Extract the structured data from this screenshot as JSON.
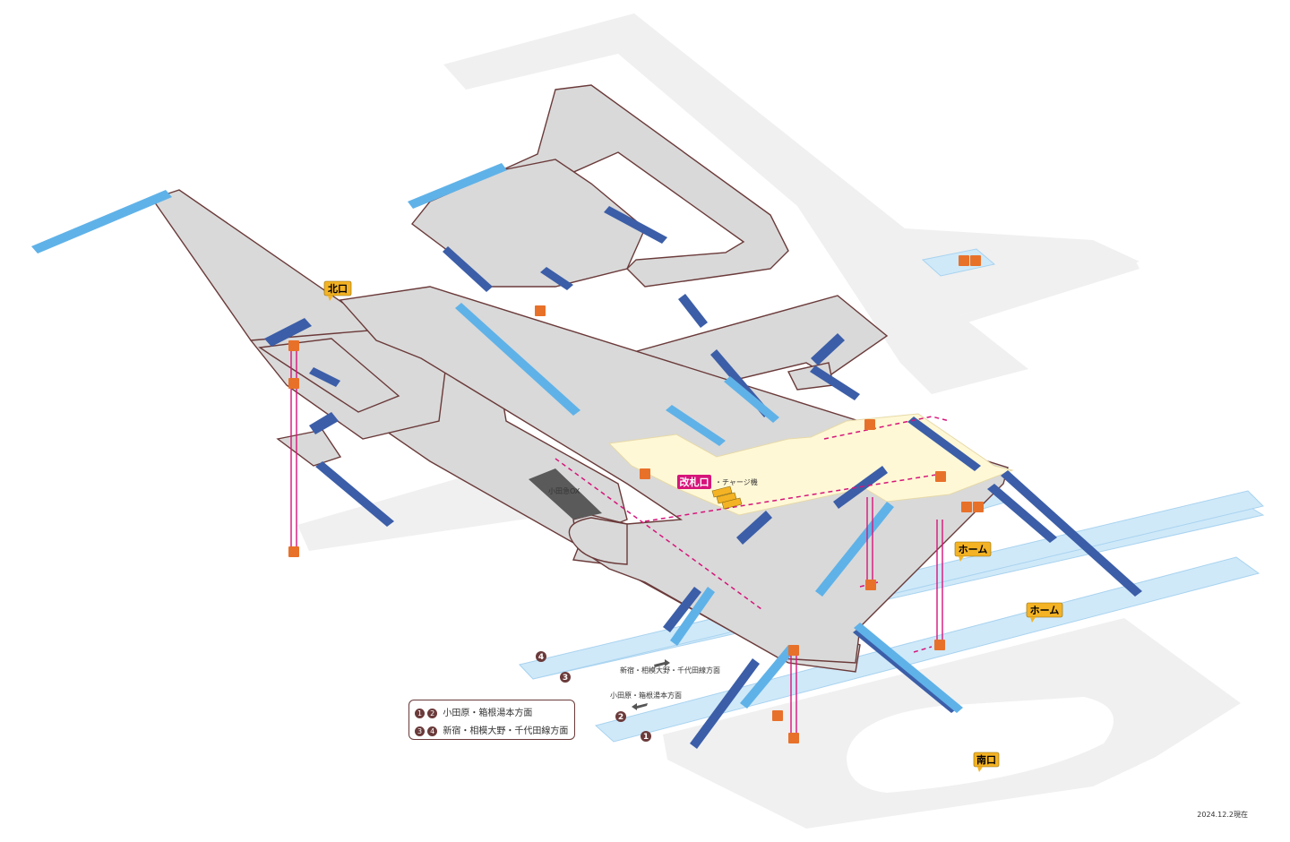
{
  "labels": {
    "north_exit": "北口",
    "south_exit": "南口",
    "ticket_gate": "改札口",
    "charge_machine": "・チャージ機",
    "shop": "小田急OX",
    "platform_a": "ホーム",
    "platform_b": "ホーム"
  },
  "directions": {
    "to_shinjuku": "新宿・相模大野・千代田線方面",
    "to_odawara": "小田原・箱根湯本方面"
  },
  "platforms": {
    "p1": "1",
    "p2": "2",
    "p3": "3",
    "p4": "4"
  },
  "legend": [
    {
      "nums": [
        "1",
        "2"
      ],
      "text": "小田原・箱根湯本方面"
    },
    {
      "nums": [
        "3",
        "4"
      ],
      "text": "新宿・相模大野・千代田線方面"
    }
  ],
  "date_stamp": "2024.12.2現在",
  "colors": {
    "deck": "#d9d9d9",
    "deck_edge": "#6b3a3a",
    "ground": "#f0f0f0",
    "platform": "#cfe9f9",
    "stair_blue": "#3c5ea8",
    "escalator": "#5fb2e8",
    "paid_area": "#fff8d6",
    "gate_magenta": "#d6157a",
    "tag_orange": "#f4b324",
    "elevator": "#e8712a",
    "legend_num": "#6b3a3a"
  },
  "icons": [
    "elevator-icon",
    "wheelchair-icon",
    "toilet-icon",
    "ticket-machine-icon",
    "train-arrow-icon"
  ]
}
